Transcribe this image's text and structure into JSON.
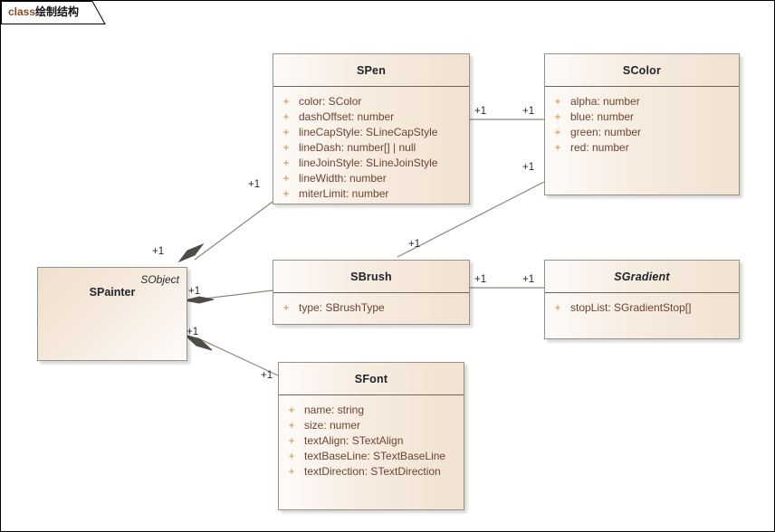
{
  "diagram": {
    "tab": {
      "keyword": "class",
      "name": "绘制结构"
    },
    "type": "uml-class-diagram"
  },
  "classes": [
    {
      "id": "spen",
      "name": "SPen",
      "abstract": false,
      "stereotype": "",
      "attributes": [
        {
          "visibility": "+",
          "signature": "color: SColor"
        },
        {
          "visibility": "+",
          "signature": "dashOffset: number"
        },
        {
          "visibility": "+",
          "signature": "lineCapStyle: SLineCapStyle"
        },
        {
          "visibility": "+",
          "signature": "lineDash: number[] | null"
        },
        {
          "visibility": "+",
          "signature": "lineJoinStyle: SLineJoinStyle"
        },
        {
          "visibility": "+",
          "signature": "lineWidth: number"
        },
        {
          "visibility": "+",
          "signature": "miterLimit: number"
        }
      ]
    },
    {
      "id": "scolor",
      "name": "SColor",
      "abstract": false,
      "stereotype": "",
      "attributes": [
        {
          "visibility": "+",
          "signature": "alpha: number"
        },
        {
          "visibility": "+",
          "signature": "blue: number"
        },
        {
          "visibility": "+",
          "signature": "green: number"
        },
        {
          "visibility": "+",
          "signature": "red: number"
        }
      ]
    },
    {
      "id": "spainter",
      "name": "SPainter",
      "abstract": false,
      "stereotype": "SObject",
      "attributes": []
    },
    {
      "id": "sbrush",
      "name": "SBrush",
      "abstract": false,
      "stereotype": "",
      "attributes": [
        {
          "visibility": "+",
          "signature": "type: SBrushType"
        }
      ]
    },
    {
      "id": "sgradient",
      "name": "SGradient",
      "abstract": true,
      "stereotype": "",
      "attributes": [
        {
          "visibility": "+",
          "signature": "stopList: SGradientStop[]"
        }
      ]
    },
    {
      "id": "sfont",
      "name": "SFont",
      "abstract": false,
      "stereotype": "",
      "attributes": [
        {
          "visibility": "+",
          "signature": "name: string"
        },
        {
          "visibility": "+",
          "signature": "size: numer"
        },
        {
          "visibility": "+",
          "signature": "textAlign: STextAlign"
        },
        {
          "visibility": "+",
          "signature": "textBaseLine: STextBaseLine"
        },
        {
          "visibility": "+",
          "signature": "textDirection: STextDirection"
        }
      ]
    }
  ],
  "relations": [
    {
      "id": "painter-pen",
      "kind": "aggregation",
      "from": "spainter",
      "to": "spen",
      "from_mult": "+1",
      "to_mult": "+1"
    },
    {
      "id": "painter-brush",
      "kind": "aggregation",
      "from": "spainter",
      "to": "sbrush",
      "from_mult": "+1",
      "to_mult": "+1"
    },
    {
      "id": "painter-font",
      "kind": "aggregation",
      "from": "spainter",
      "to": "sfont",
      "from_mult": "+1",
      "to_mult": "+1"
    },
    {
      "id": "pen-color",
      "kind": "association",
      "from": "spen",
      "to": "scolor",
      "from_mult": "+1",
      "to_mult": "+1"
    },
    {
      "id": "brush-color",
      "kind": "association",
      "from": "sbrush",
      "to": "scolor",
      "from_mult": "+1",
      "to_mult": "+1"
    },
    {
      "id": "brush-gradient",
      "kind": "association",
      "from": "sbrush",
      "to": "sgradient",
      "from_mult": "+1",
      "to_mult": "+1"
    }
  ],
  "multiplicity_labels": [
    {
      "id": "m-painter-pen-near",
      "text": "+1"
    },
    {
      "id": "m-painter-pen-far",
      "text": "+1"
    },
    {
      "id": "m-painter-brush-near",
      "text": "+1"
    },
    {
      "id": "m-painter-brush-far",
      "text": "+1"
    },
    {
      "id": "m-painter-font-near",
      "text": "+1"
    },
    {
      "id": "m-painter-font-far",
      "text": "+1"
    },
    {
      "id": "m-pen-color-left",
      "text": "+1"
    },
    {
      "id": "m-pen-color-right",
      "text": "+1"
    },
    {
      "id": "m-brush-color-low",
      "text": "+1"
    },
    {
      "id": "m-brush-color-high",
      "text": "+1"
    },
    {
      "id": "m-brush-grad-left",
      "text": "+1"
    },
    {
      "id": "m-brush-grad-right",
      "text": "+1"
    }
  ],
  "colors": {
    "box_fill_light": "#fdfbf9",
    "box_fill_peach": "#f1e2d2",
    "box_border": "#9a9186",
    "header_rule": "#6d6359",
    "class_name": "#20252b",
    "attribute_text": "#6b4430",
    "visibility_plus": "#cf8b3c",
    "connector": "#8e867c",
    "diamond_fill": "#4f4b47",
    "tab_keyword": "#8a4a20",
    "frame_border": "#000000"
  }
}
